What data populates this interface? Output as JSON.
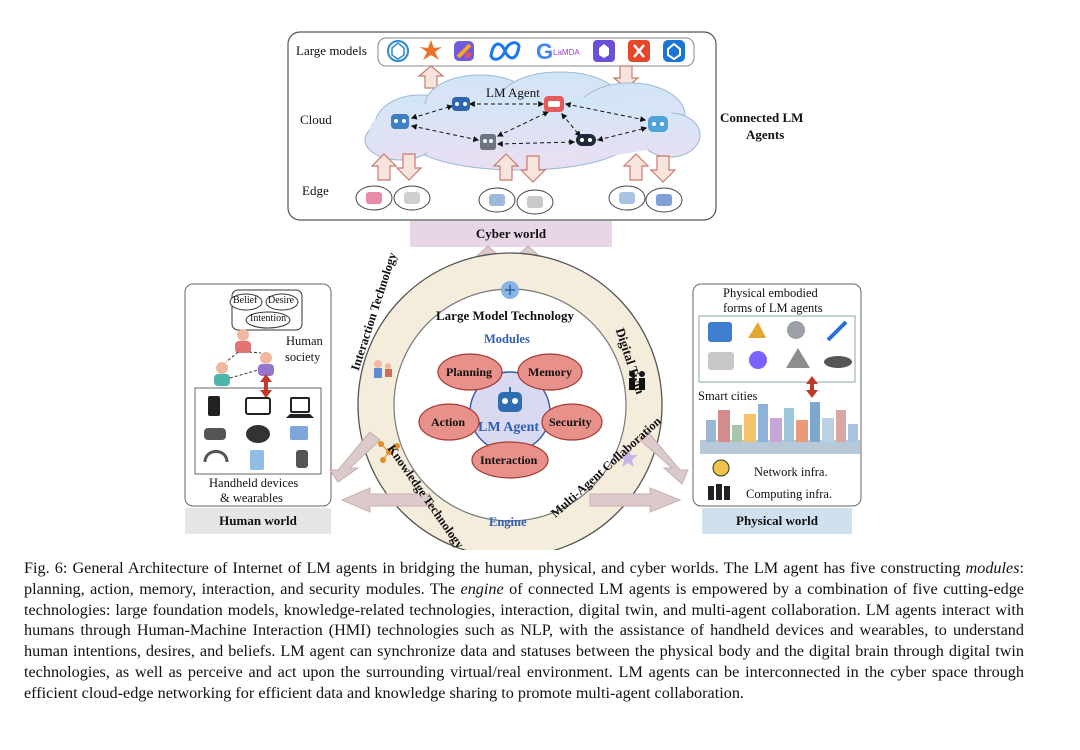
{
  "cyber": {
    "large_models_label": "Large models",
    "lm_agent_label": "LM Agent",
    "cloud_label": "Cloud",
    "edge_label": "Edge",
    "connected_label_line1": "Connected LM",
    "connected_label_line2": "Agents",
    "world_label": "Cyber world",
    "model_logos": [
      "openai-logo",
      "claude-logo",
      "gemini-logo",
      "meta-logo",
      "google-llama-logo",
      "model-logo",
      "model-logo",
      "model-logo"
    ]
  },
  "human": {
    "bubble_belief": "Belief",
    "bubble_desire": "Desire",
    "bubble_intention": "Intention",
    "society_line1": "Human",
    "society_line2": "society",
    "devices_line1": "Handheld devices",
    "devices_line2": "& wearables",
    "world_label": "Human world"
  },
  "center": {
    "top_title": "Large Model Technology",
    "modules_label": "Modules",
    "interaction_tech": "Interaction Technology",
    "digital_twin": "Digital Twin",
    "knowledge_tech": "Knowledge Technology",
    "multi_agent": "Multi-Agent Collaboration",
    "engine_label": "Engine",
    "core_label": "LM Agent",
    "modules": [
      "Planning",
      "Memory",
      "Action",
      "Security",
      "Interaction"
    ]
  },
  "physical": {
    "embodied_line1": "Physical embodied",
    "embodied_line2": "forms of LM agents",
    "smart_cities": "Smart cities",
    "network_infra": "Network infra.",
    "computing_infra": "Computing infra.",
    "world_label": "Physical world"
  },
  "caption": {
    "p1": "Fig. 6: General Architecture of Internet of LM agents in bridging the human, physical, and cyber worlds. The LM agent has five constructing ",
    "p1_italic": "modules",
    "p2": ": planning, action, memory, interaction, and security modules. The ",
    "p2_italic": "engine",
    "p3": " of connected LM agents is empowered by a combination of five cutting-edge technologies: large foundation models, knowledge-related technologies, interaction, digital twin, and multi-agent collaboration. LM agents interact with humans through Human-Machine Interaction (HMI) technologies such as NLP, with the assistance of handheld devices and wearables, to understand human intentions, desires, and beliefs. LM agent can synchronize data and statuses between the physical body and the digital brain through digital twin technologies, as well as perceive and act upon the surrounding virtual/real environment. LM agents can be interconnected in the cyber space through efficient cloud-edge networking for efficient data and knowledge sharing to promote multi-agent collaboration."
  },
  "colors": {
    "ring": "#f5eddc",
    "module_fill": "#e8908a",
    "core_fill": "#d9d9f2",
    "cyber_label_bg": "#e8d6e6",
    "human_label_bg": "#e6e6e6",
    "physical_label_bg": "#cfe0ef",
    "arrow": "#d9c2c2"
  }
}
